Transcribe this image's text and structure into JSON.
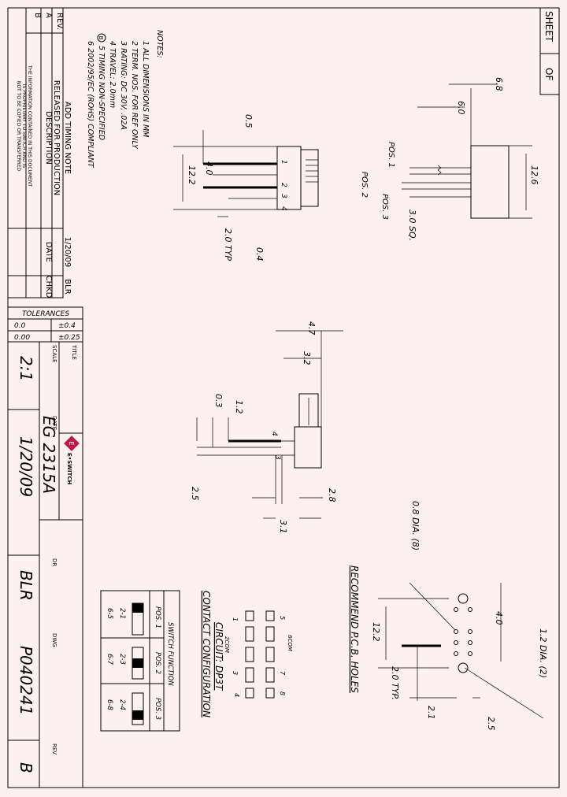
{
  "sheet": {
    "label": "SHEET",
    "of": "OF"
  },
  "revisions": {
    "header": {
      "rev": "REV.",
      "description": "DESCRIPTION",
      "date": "DATE",
      "chkd": "CHKD"
    },
    "rows": [
      {
        "rev": "A",
        "description": "RELEASED FOR PRODUCTION",
        "date": "",
        "chkd": ""
      },
      {
        "rev": "B",
        "description": "ADD TIMING NOTE",
        "date": "1/20/09",
        "chkd": "BLR"
      }
    ]
  },
  "proprietary": [
    "THE INFORMATION CONTAINED IN THIS DOCUMENT",
    "IS PROPRIETARY TO SWITCH AND IS",
    "NOT TO BE COPIED OR TRANSFERRED"
  ],
  "notes": {
    "heading": "NOTES:",
    "items": [
      "1  ALL DIMENSIONS IN MM",
      "2  TERM. NOS. FOR REF ONLY",
      "3  RATING: DC 30V, .02A",
      "4  TRAVEL: 2.0mm",
      "5  TIMING NON-SPECIFIED",
      "6  2002/95/EC (ROHS) COMPLIANT"
    ],
    "rev_marker": "B"
  },
  "tolerances": {
    "heading": "TOLERANCES",
    "rows": [
      {
        "value": "0.0",
        "tol": "±0.4"
      },
      {
        "value": "0.00",
        "tol": "±0.25"
      }
    ]
  },
  "title_block": {
    "title_label": "TITLE",
    "title": "EG 2315A",
    "scale_label": "SCALE",
    "scale": "2:1",
    "date_label": "DATE",
    "date": "1/20/09",
    "dr_label": "DR",
    "dr": "BLR",
    "dwg_label": "DWG",
    "dwg": "P040241",
    "rev_label": "REV",
    "rev": "B",
    "brand": "E•SWITCH"
  },
  "dims": {
    "top_h1": "6.8",
    "top_h2": "6.0",
    "top_w": "12.6",
    "sq": "3.0 SQ.",
    "pos1": "POS. 1",
    "pos2": "POS. 2",
    "pos3": "POS. 3",
    "left_a": "0.5",
    "left_b": "4.0",
    "left_c": "12.2",
    "left_d": "2.0 TYP",
    "left_e": "0.4",
    "mid_a": "4.7",
    "mid_b": "3.2",
    "mid_c": "1.2",
    "mid_d": "0.3",
    "mid_e": "2.5",
    "mid_f": "2.8",
    "mid_g": "3.1",
    "pcb_a": "0.8 DIA. (8)",
    "pcb_b": "1.2 DIA. (2)",
    "pcb_c": "4.0",
    "pcb_d": "12.2",
    "pcb_e": "2.0 TYP.",
    "pcb_f": "2.1",
    "pcb_g": "2.5",
    "pcb_title": "RECOMMEND P.C.B. HOLES",
    "pins_left": [
      "1",
      "2",
      "3",
      "4"
    ],
    "pins_mid": [
      "4",
      "3"
    ]
  },
  "circuit": {
    "title": "CONTACT CONFIGURATION",
    "subtitle": "CIRCUIT: DP3T",
    "com_a": "6COM",
    "com_b": "2COM",
    "terms": [
      "1",
      "2",
      "3",
      "4",
      "5",
      "6",
      "7",
      "8"
    ]
  },
  "switch_function": {
    "heading": "SWITCH FUNCTION",
    "columns": [
      {
        "pos": "POS. 1",
        "a": "2-1",
        "b": "6-5"
      },
      {
        "pos": "POS. 2",
        "a": "2-3",
        "b": "6-7"
      },
      {
        "pos": "POS. 3",
        "a": "2-4",
        "b": "6-8"
      }
    ]
  }
}
